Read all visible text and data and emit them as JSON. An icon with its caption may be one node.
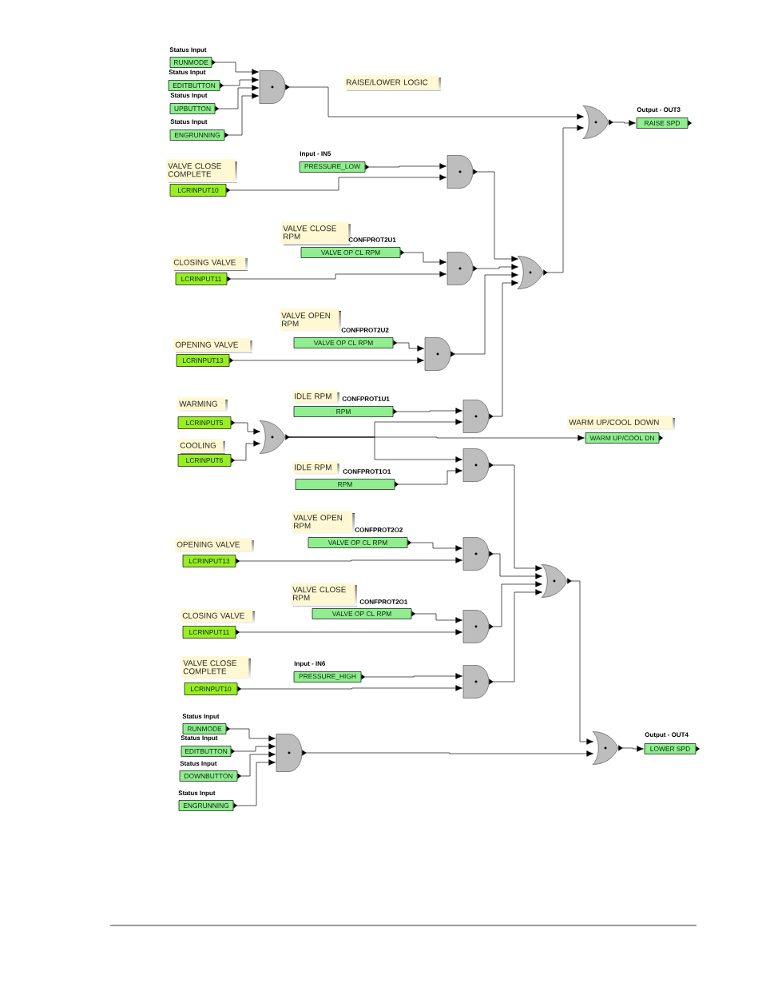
{
  "diagram": {
    "nodes": [
      {
        "text": [
          "RUNMODE"
        ],
        "beside": [
          "Status Input"
        ]
      },
      {
        "text": [
          "EDITBUTTON"
        ],
        "beside": [
          "Status Input"
        ]
      },
      {
        "text": [
          "UPBUTTON"
        ],
        "beside": [
          "Status Input"
        ]
      },
      {
        "text": [
          "ENGRUNNING"
        ],
        "beside": [
          "Status Input"
        ]
      },
      {
        "text": [],
        "shape": "and-gate"
      },
      {
        "text": [
          "RAISE/LOWER LOGIC"
        ]
      },
      {
        "text": [],
        "shape": "or-gate"
      },
      {
        "text": [
          "RAISE SPD"
        ],
        "beside": [
          "Output - OUT3"
        ]
      },
      {
        "text": [
          "VALVE CLOSE COMPLETE"
        ]
      },
      {
        "text": [
          "PRESSURE_LOW"
        ],
        "beside": [
          "Input - IN5"
        ]
      },
      {
        "text": [
          "LCRINPUT10"
        ]
      },
      {
        "text": [],
        "shape": "and-gate"
      },
      {
        "text": [
          "VALVE CLOSE RPM"
        ]
      },
      {
        "text": [
          "VALVE OP CL RPM"
        ]
      },
      {
        "text": [
          "CLOSING VALVE"
        ]
      },
      {
        "text": [
          "LCRINPUT11"
        ]
      },
      {
        "text": [],
        "shape": "and-gate"
      },
      {
        "text": [],
        "shape": "or-gate"
      },
      {
        "text": [
          "VALVE OPEN RPM"
        ]
      },
      {
        "text": [
          "VALVE OP CL RPM"
        ]
      },
      {
        "text": [
          "OPENING VALVE"
        ]
      },
      {
        "text": [
          "LCRINPUT13"
        ]
      },
      {
        "text": [],
        "shape": "and-gate"
      },
      {
        "text": [
          "IDLE RPM"
        ]
      },
      {
        "text": [
          "RPM"
        ],
        "beside": [
          "CONFPROT1U1"
        ]
      },
      {
        "text": [
          "WARMING"
        ]
      },
      {
        "text": [
          "LCRINPUT5"
        ]
      },
      {
        "text": [
          "COOLING"
        ]
      },
      {
        "text": [
          "LCRINPUT6"
        ]
      },
      {
        "text": [],
        "shape": "or-gate"
      },
      {
        "text": [],
        "shape": "and-gate"
      },
      {
        "text": [
          "WARM UP/COOL DOWN"
        ]
      },
      {
        "text": [
          "WARM UP/COOL DN"
        ]
      },
      {
        "text": [],
        "shape": "and-gate"
      },
      {
        "text": [
          "IDLE RPM"
        ]
      },
      {
        "text": [
          "RPM"
        ],
        "beside": [
          "CONFPROT1O1"
        ]
      },
      {
        "text": [
          "VALVE OPEN RPM"
        ]
      },
      {
        "text": [
          "VALVE OP CL RPM"
        ]
      },
      {
        "text": [
          "OPENING VALVE"
        ]
      },
      {
        "text": [
          "LCRINPUT13"
        ]
      },
      {
        "text": [],
        "shape": "and-gate"
      },
      {
        "text": [],
        "shape": "or-gate"
      },
      {
        "text": [
          "VALVE CLOSE RPM"
        ]
      },
      {
        "text": [
          "VALVE OP CL RPM"
        ]
      },
      {
        "text": [
          "CLOSING VALVE"
        ]
      },
      {
        "text": [
          "LCRINPUT11"
        ]
      },
      {
        "text": [],
        "shape": "and-gate"
      },
      {
        "text": [
          "VALVE CLOSE COMPLETE"
        ]
      },
      {
        "text": [
          "PRESSURE_HIGH"
        ],
        "beside": [
          "Input - IN6"
        ]
      },
      {
        "text": [
          "LCRINPUT10"
        ]
      },
      {
        "text": [],
        "shape": "and-gate"
      },
      {
        "text": [
          "RUNMODE"
        ],
        "beside": [
          "Status Input"
        ]
      },
      {
        "text": [
          "EDITBUTTON"
        ],
        "beside": [
          "Status Input"
        ]
      },
      {
        "text": [
          "DOWNBUTTON"
        ],
        "beside": [
          "Status Input"
        ]
      },
      {
        "text": [
          "ENGRUNNING"
        ],
        "beside": [
          "Status Input"
        ]
      },
      {
        "text": [],
        "shape": "and-gate"
      },
      {
        "text": [],
        "shape": "or-gate"
      },
      {
        "text": [
          "LOWER SPD"
        ],
        "beside": [
          "Output - OUT4"
        ]
      }
    ],
    "edges": [
      {
        "from": 0,
        "to": 4,
        "arrow": "to"
      },
      {
        "from": 1,
        "to": 4,
        "arrow": "to"
      },
      {
        "from": 2,
        "to": 4,
        "arrow": "to"
      },
      {
        "from": 3,
        "to": 4,
        "arrow": "to"
      },
      {
        "from": 4,
        "to": 6,
        "arrow": "to"
      },
      {
        "from": 17,
        "to": 6,
        "arrow": "to"
      },
      {
        "from": 6,
        "to": 7,
        "arrow": "to"
      },
      {
        "from": 9,
        "to": 11,
        "arrow": "to"
      },
      {
        "from": 10,
        "to": 11,
        "arrow": "to"
      },
      {
        "from": 11,
        "to": 17,
        "arrow": "to"
      },
      {
        "from": 13,
        "to": 16,
        "arrow": "to"
      },
      {
        "from": 15,
        "to": 16,
        "arrow": "to"
      },
      {
        "from": 16,
        "to": 17,
        "arrow": "to"
      },
      {
        "from": 22,
        "to": 17,
        "arrow": "to"
      },
      {
        "from": 30,
        "to": 17,
        "arrow": "to"
      },
      {
        "from": 19,
        "to": 22,
        "arrow": "to"
      },
      {
        "from": 21,
        "to": 22,
        "arrow": "to"
      },
      {
        "from": 24,
        "to": 30,
        "arrow": "to"
      },
      {
        "from": 26,
        "to": 29,
        "arrow": "to"
      },
      {
        "from": 28,
        "to": 29,
        "arrow": "to"
      },
      {
        "from": 29,
        "to": 30,
        "arrow": "to"
      },
      {
        "from": 29,
        "to": 32,
        "arrow": "to"
      },
      {
        "from": 29,
        "to": 33,
        "arrow": "to"
      },
      {
        "from": 35,
        "to": 33,
        "arrow": "to"
      },
      {
        "from": 33,
        "to": 41,
        "arrow": "to"
      },
      {
        "from": 37,
        "to": 40,
        "arrow": "to"
      },
      {
        "from": 39,
        "to": 40,
        "arrow": "to"
      },
      {
        "from": 40,
        "to": 41,
        "arrow": "to"
      },
      {
        "from": 43,
        "to": 46,
        "arrow": "to"
      },
      {
        "from": 45,
        "to": 46,
        "arrow": "to"
      },
      {
        "from": 46,
        "to": 41,
        "arrow": "to"
      },
      {
        "from": 50,
        "to": 41,
        "arrow": "to"
      },
      {
        "from": 48,
        "to": 50,
        "arrow": "to"
      },
      {
        "from": 49,
        "to": 50,
        "arrow": "to"
      },
      {
        "from": 41,
        "to": 56,
        "arrow": "to"
      },
      {
        "from": 51,
        "to": 55,
        "arrow": "to"
      },
      {
        "from": 52,
        "to": 55,
        "arrow": "to"
      },
      {
        "from": 53,
        "to": 55,
        "arrow": "to"
      },
      {
        "from": 54,
        "to": 55,
        "arrow": "to"
      },
      {
        "from": 55,
        "to": 56,
        "arrow": "to"
      },
      {
        "from": 56,
        "to": 57,
        "arrow": "to"
      }
    ],
    "labels": [
      "CONFPROT2U1",
      "CONFPROT2U2",
      "CONFPROT2O2",
      "CONFPROT2O1"
    ]
  }
}
